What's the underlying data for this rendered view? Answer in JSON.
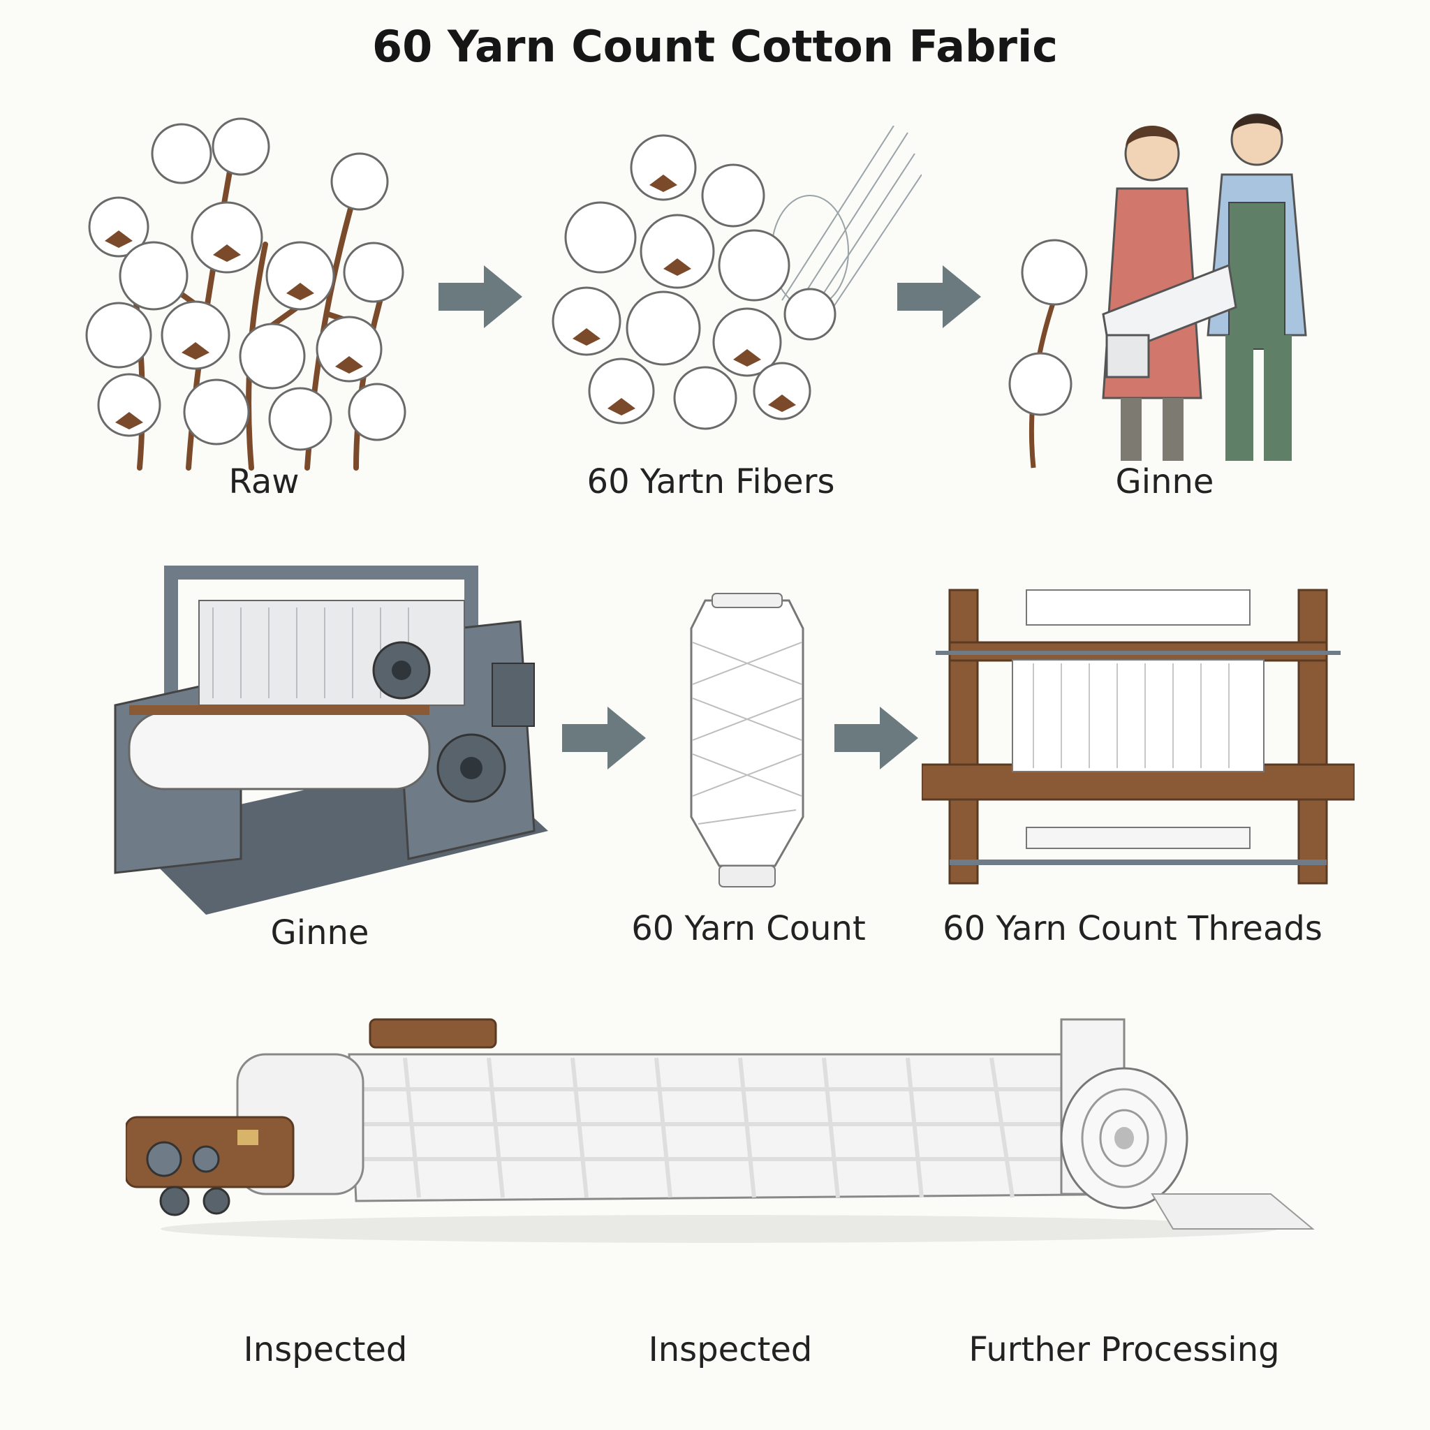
{
  "title": "60 Yarn Count Cotton Fabric",
  "colors": {
    "background": "#fbfbf8",
    "cotton": "#ffffff",
    "stem": "#7a4a2a",
    "arrow": "#6b7a7f",
    "machine_steel": "#6f7b86",
    "loom_wood": "#8a5a36",
    "fabric": "#f4f4f4"
  },
  "steps": [
    {
      "label": "Raw",
      "icon": "cotton-plant-icon"
    },
    {
      "label": "60 Yartn Fibers",
      "icon": "cotton-bolls-icon"
    },
    {
      "label": "Ginne",
      "icon": "workers-inspecting-icon"
    },
    {
      "label": "Ginne",
      "icon": "ginning-machine-icon"
    },
    {
      "label": "60 Yarn Count",
      "icon": "yarn-cone-icon"
    },
    {
      "label": "60 Yarn Count Threads",
      "icon": "weaving-loom-icon"
    }
  ],
  "bottom": {
    "icon": "fabric-roll-conveyor-icon",
    "labels": [
      "Inspected",
      "Inspected",
      "Further Processing"
    ]
  }
}
